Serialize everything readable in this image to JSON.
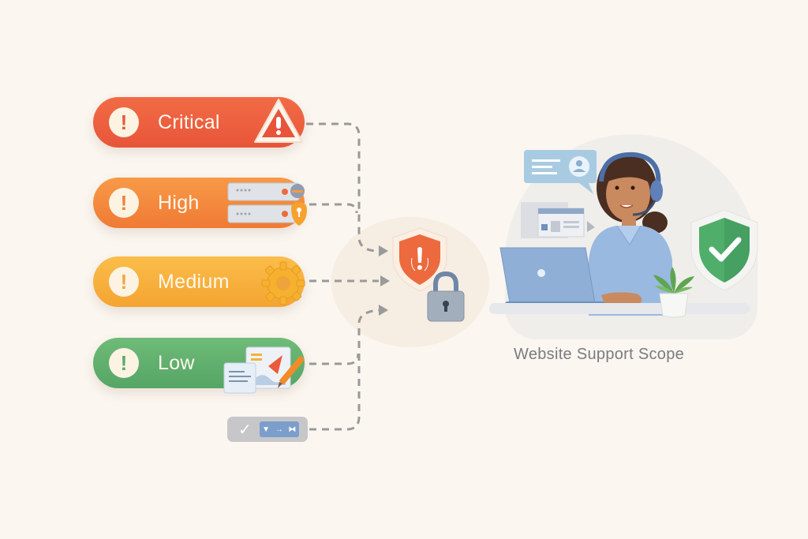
{
  "diagram": {
    "caption": "Website Support Scope",
    "priority_levels": [
      {
        "label": "Critical",
        "badge": "!",
        "color": "#ea5a3c",
        "icon": "warning-triangle-icon"
      },
      {
        "label": "High",
        "badge": "!",
        "color": "#f38338",
        "icon": "server-lock-icon"
      },
      {
        "label": "Medium",
        "badge": "!",
        "color": "#f7ad3a",
        "icon": "gear-icon"
      },
      {
        "label": "Low",
        "badge": "!",
        "color": "#5eab6b",
        "icon": "document-edit-icon"
      }
    ],
    "extra_item": {
      "icon": "checkmark-toolbar-icon",
      "check": "✓"
    },
    "hub": {
      "icons": [
        "alert-shield-icon",
        "padlock-icon"
      ],
      "shield_mark": "!"
    },
    "support_agent": {
      "icons": [
        "chat-bubble-profile-icon",
        "browser-window-icon",
        "laptop-icon",
        "headset-agent-icon",
        "plant-icon",
        "check-shield-icon"
      ]
    },
    "colors": {
      "background": "#fbf6f0",
      "connector": "#9a9a9a",
      "caption": "#7b7b80",
      "shield_green": "#4fae6a",
      "shield_orange": "#ec6a3e"
    }
  }
}
